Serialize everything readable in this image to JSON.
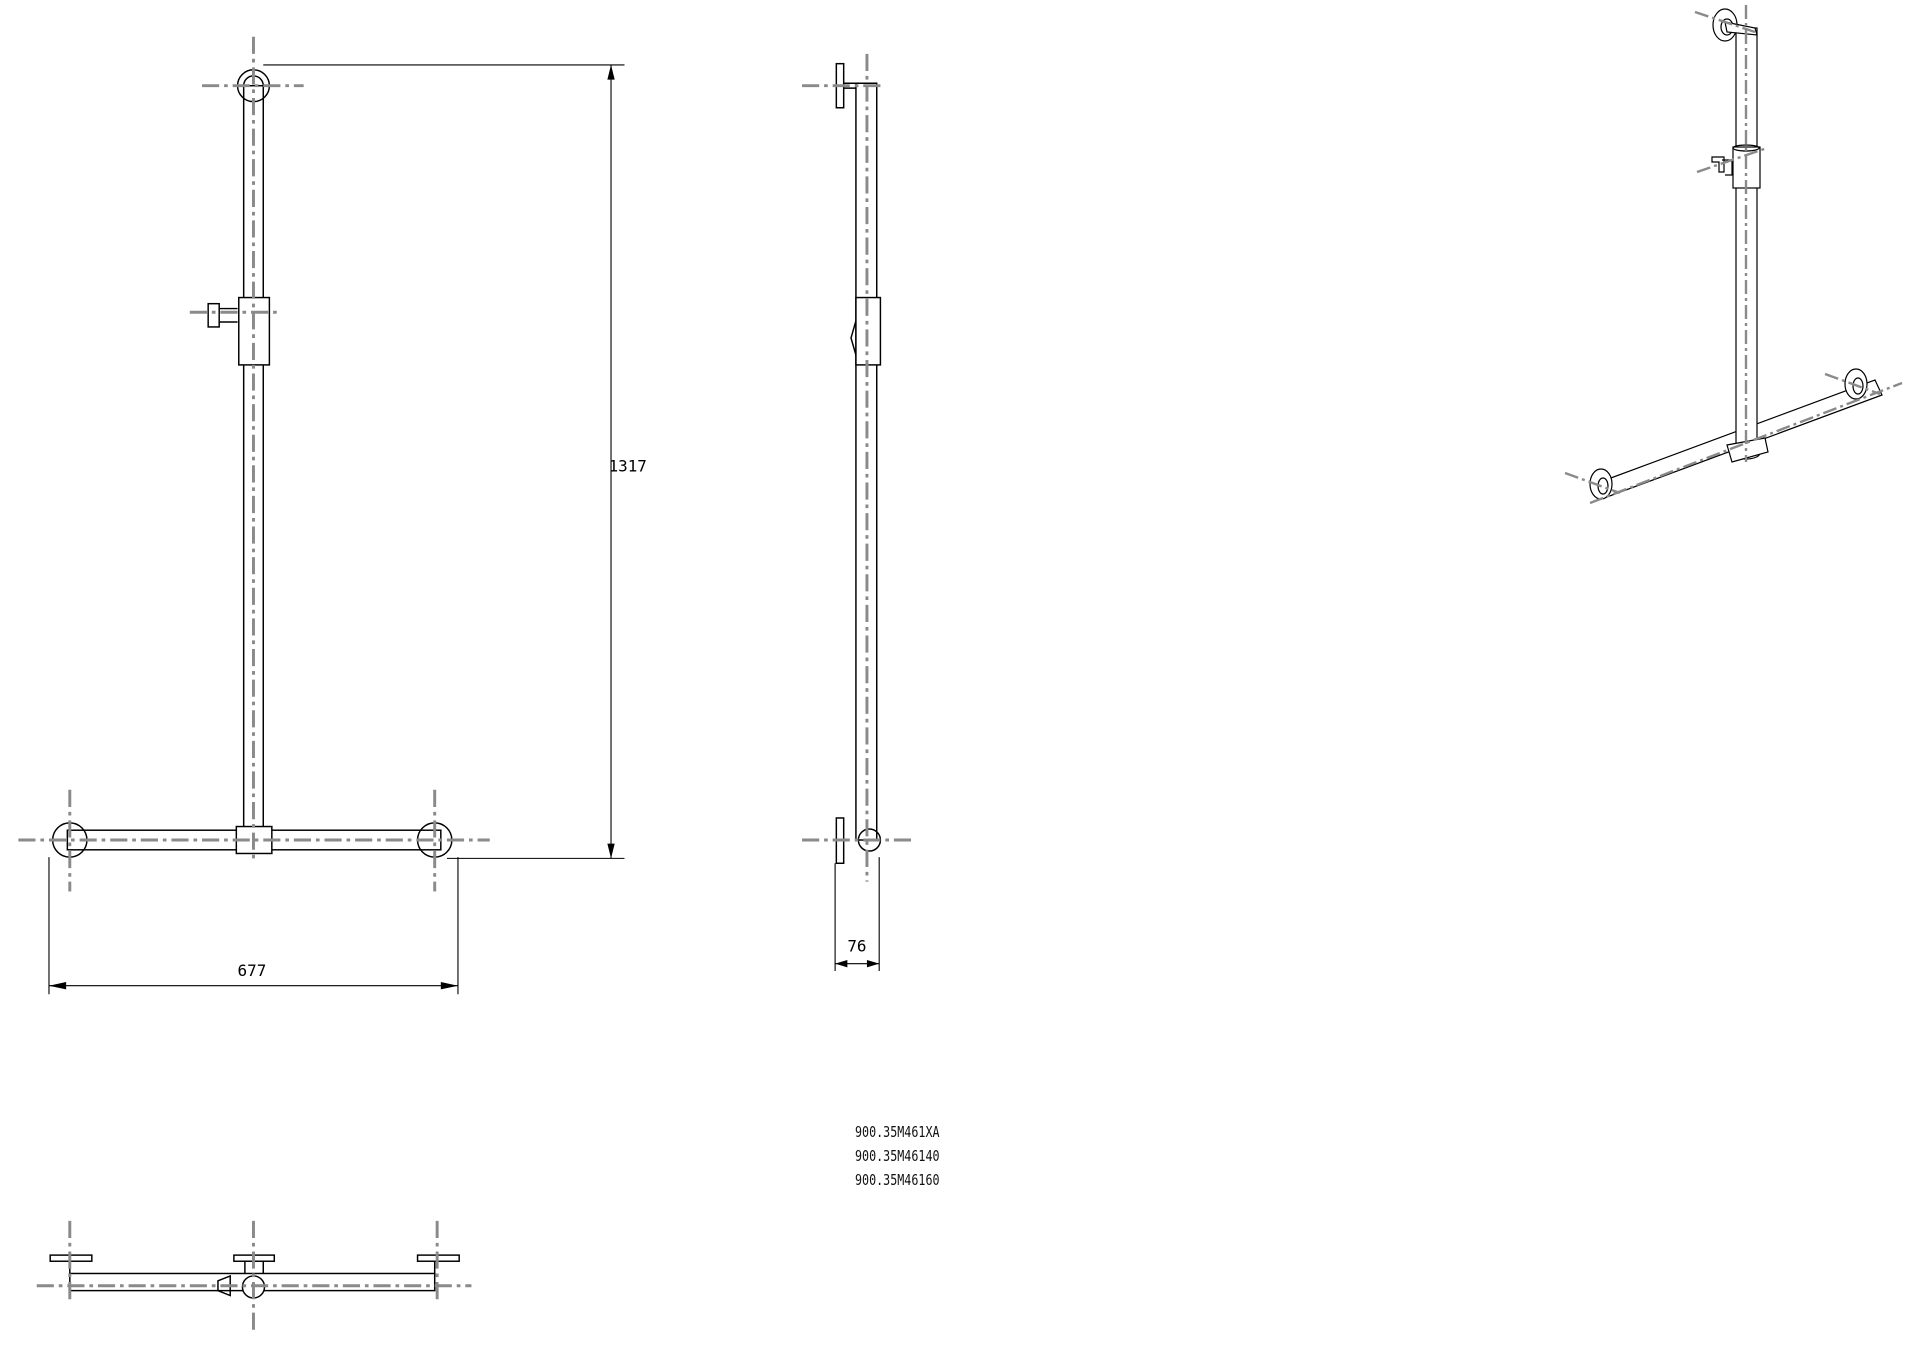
{
  "dimensions": {
    "height": "1317",
    "width": "677",
    "depth": "76"
  },
  "part_numbers": [
    "900.35M461XA",
    "900.35M46140",
    "900.35M46160"
  ],
  "colors": {
    "line": "#000000",
    "centerline": "#8a8a8a",
    "background": "#ffffff"
  }
}
